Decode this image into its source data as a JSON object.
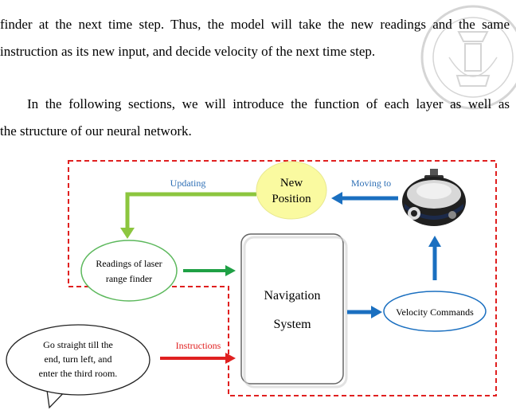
{
  "paragraphs": {
    "p1": [
      "finder at the next time step. Thus, the model will take the new readings and the same",
      "instruction as its new input, and decide velocity of the next time step."
    ],
    "p2": [
      "In the following sections, we will introduce the function of each layer as well as",
      "the structure of our neural network."
    ]
  },
  "diagram": {
    "new_position": [
      "New",
      "Position"
    ],
    "laser": [
      "Readings of laser",
      "range finder"
    ],
    "navigation": [
      "Navigation",
      "System"
    ],
    "velocity": "Velocity Commands",
    "speech": [
      "Go straight till the",
      "end, turn left, and",
      "enter the third room."
    ],
    "labels": {
      "updating": "Updating",
      "moving_to": "Moving to",
      "instructions": "Instructions"
    }
  },
  "colors": {
    "dashed_border": "#e02020",
    "green_arrow": "#8cc63f",
    "green_outline": "#5cb85c",
    "blue_arrow": "#1a6fc0",
    "label_blue": "#2e6fb5",
    "red_arrow": "#e02020",
    "new_position_fill": "#fafaa0"
  }
}
